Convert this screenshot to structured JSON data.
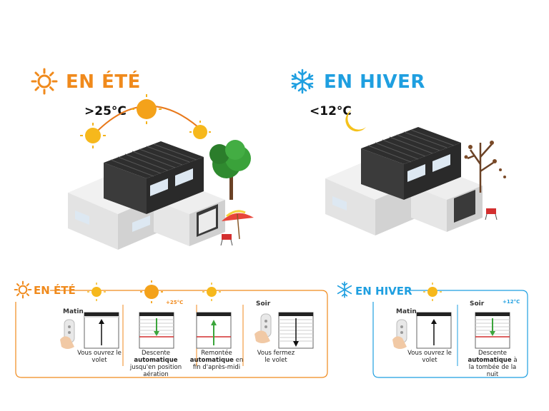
{
  "summer": {
    "title": "EN ÉTÉ",
    "temp": ">25°C",
    "colors": {
      "accent": "#f08a1c"
    }
  },
  "winter": {
    "title": "EN HIVER",
    "temp": "<12°C",
    "colors": {
      "accent": "#1f9fe0"
    }
  },
  "panel_summer": {
    "title": "EN ÉTÉ",
    "steps": [
      {
        "label": "Matin",
        "caption_pre": "Vous ouvrez le volet",
        "caption_bold": "",
        "caption_post": ""
      },
      {
        "label": "",
        "temp": "+25°C",
        "caption_pre": "Descente ",
        "caption_bold": "automatique",
        "caption_post": " jusqu'en position aération"
      },
      {
        "label": "",
        "caption_pre": "Remontée ",
        "caption_bold": "automatique",
        "caption_post": " en fin d'après-midi"
      },
      {
        "label": "Soir",
        "caption_pre": "Vous fermez le volet",
        "caption_bold": "",
        "caption_post": ""
      }
    ]
  },
  "panel_winter": {
    "title": "EN HIVER",
    "steps": [
      {
        "label": "Matin",
        "caption_pre": "Vous ouvrez le volet",
        "caption_bold": "",
        "caption_post": ""
      },
      {
        "label": "Soir",
        "temp": "+12°C",
        "caption_pre": "Descente ",
        "caption_bold": "automatique",
        "caption_post": " à la tombée de la nuit"
      }
    ]
  },
  "icons": [
    "sun-icon",
    "snowflake-icon",
    "moon-icon",
    "remote-control-icon",
    "shutter-icon"
  ]
}
